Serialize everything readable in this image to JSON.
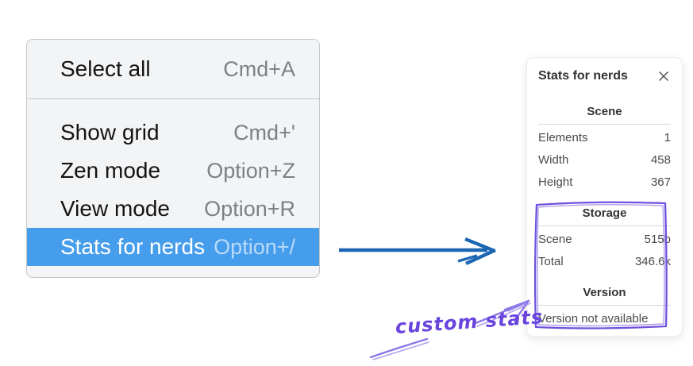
{
  "menu": {
    "sections": [
      {
        "items": [
          {
            "label": "Select all",
            "shortcut": "Cmd+A"
          }
        ]
      },
      {
        "items": [
          {
            "label": "Show grid",
            "shortcut": "Cmd+'"
          },
          {
            "label": "Zen mode",
            "shortcut": "Option+Z"
          },
          {
            "label": "View mode",
            "shortcut": "Option+R"
          },
          {
            "label": "Stats for nerds",
            "shortcut": "Option+/"
          }
        ]
      }
    ],
    "highlighted_item": "Stats for nerds"
  },
  "stats_panel": {
    "title": "Stats for nerds",
    "sections": [
      {
        "header": "Scene",
        "rows": [
          {
            "label": "Elements",
            "value": "1"
          },
          {
            "label": "Width",
            "value": "458"
          },
          {
            "label": "Height",
            "value": "367"
          }
        ]
      },
      {
        "header": "Storage",
        "rows": [
          {
            "label": "Scene",
            "value": "515b"
          },
          {
            "label": "Total",
            "value": "346.6k"
          }
        ]
      },
      {
        "header": "Version",
        "note": "Version not available"
      }
    ]
  },
  "annotation": {
    "label": "custom stats"
  },
  "colors": {
    "menu_highlight": "#469deb",
    "menu_background": "#f3f4f6",
    "arrow_blue": "#1b67b3",
    "annotation_text_purple": "#6a45dd",
    "sketch_arrow_purple": "#8d77ea",
    "sketch_box_purple": "#6f51dd"
  }
}
